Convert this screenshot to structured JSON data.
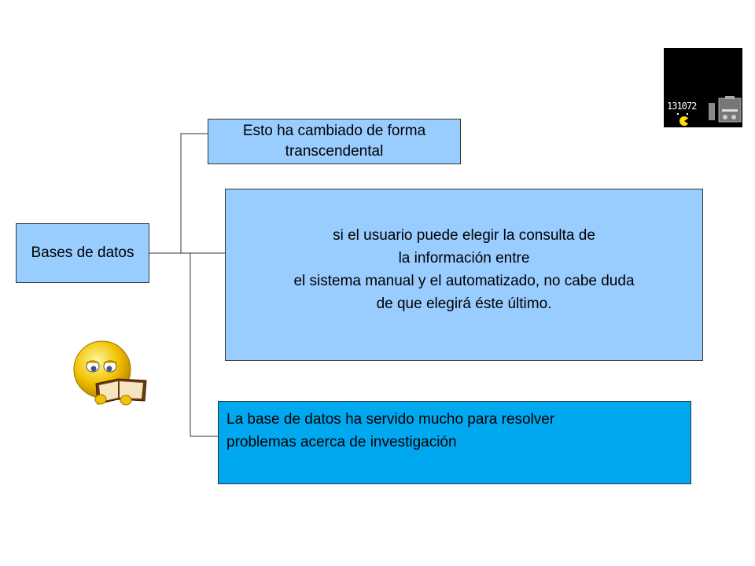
{
  "root": {
    "label": "Bases de datos"
  },
  "branches": [
    {
      "lines": [
        "Esto ha cambiado de forma",
        "transcendental"
      ]
    },
    {
      "lines": [
        "si el usuario puede elegir la consulta de",
        "la información entre",
        "el sistema manual y el automatizado, no cabe duda",
        "de que elegirá éste último."
      ]
    },
    {
      "lines": [
        "La base de datos ha servido mucho para resolver",
        "problemas acerca de investigación"
      ]
    }
  ],
  "game_widget": {
    "score": "131072",
    "icon": "pacman-game-icon"
  },
  "decoration": {
    "icon": "smiley-reading-book-icon"
  },
  "colors": {
    "box": "#99ccff",
    "box_highlight": "#00a8f0",
    "line": "#333333"
  }
}
